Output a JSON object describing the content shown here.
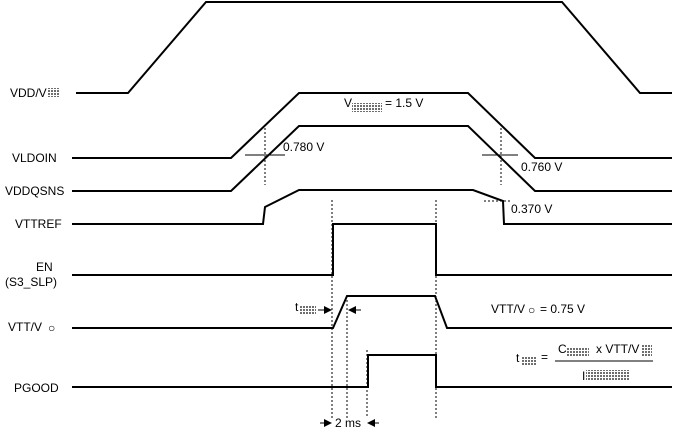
{
  "signals": [
    {
      "id": "vdd",
      "label": "VDD/V"
    },
    {
      "id": "vldoin",
      "label": "VLDOIN"
    },
    {
      "id": "vddqsns",
      "label": "VDDQSNS"
    },
    {
      "id": "vttref",
      "label": "VTTREF"
    },
    {
      "id": "en",
      "label": "EN",
      "label2": "(S3_SLP)"
    },
    {
      "id": "vtt",
      "label": "VTT/V"
    },
    {
      "id": "pgood",
      "label": "PGOOD"
    }
  ],
  "annotations": {
    "vddq_prefix": "V",
    "vddq_value": "= 1.5 V",
    "rise_threshold": "0.780 V",
    "fall_threshold": "0.760 V",
    "vddqsns_threshold": "0.370 V",
    "vtt_value_label": "VTT/V",
    "vtt_value": "= 0.75 V",
    "t_label": "t",
    "delay": "2 ms",
    "formula_t": "t",
    "formula_eq": "=",
    "formula_c": "C",
    "formula_mid": "x VTT/V"
  },
  "colors": {
    "line": "#000000",
    "hatch": "#6e6e6e"
  }
}
